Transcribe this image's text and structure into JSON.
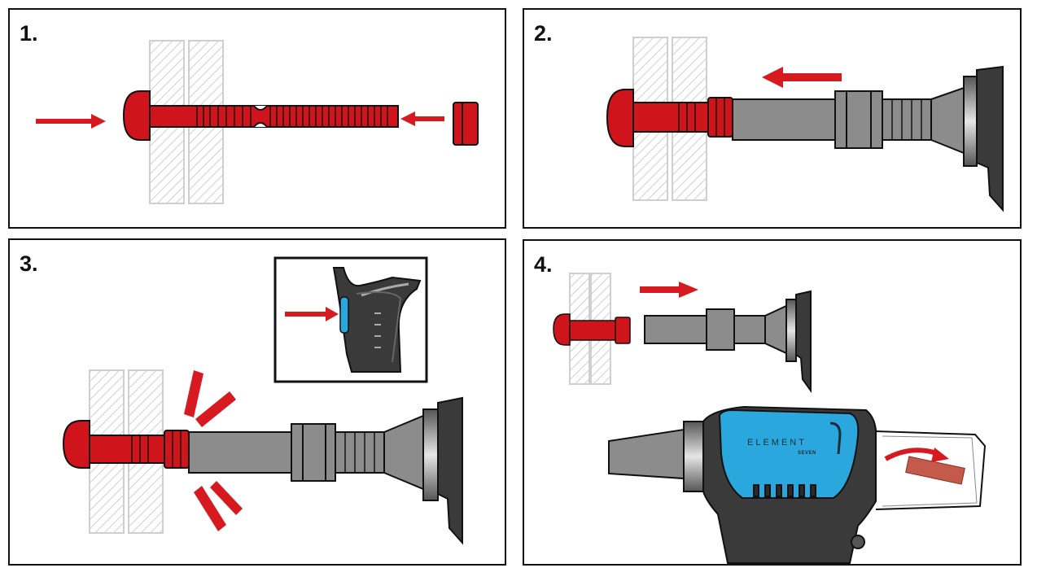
{
  "steps": [
    {
      "number": "1."
    },
    {
      "number": "2."
    },
    {
      "number": "3."
    },
    {
      "number": "4."
    }
  ],
  "logo": {
    "brand": "ELEMENT",
    "sub": "SEVEN"
  },
  "colors": {
    "rivet": "#d0141b",
    "tool": "#8c8c8c",
    "tool_dark": "#3a3a3a",
    "accent": "#2aa8de",
    "arrow": "#d61a20",
    "hatch": "#cfcfcf"
  }
}
